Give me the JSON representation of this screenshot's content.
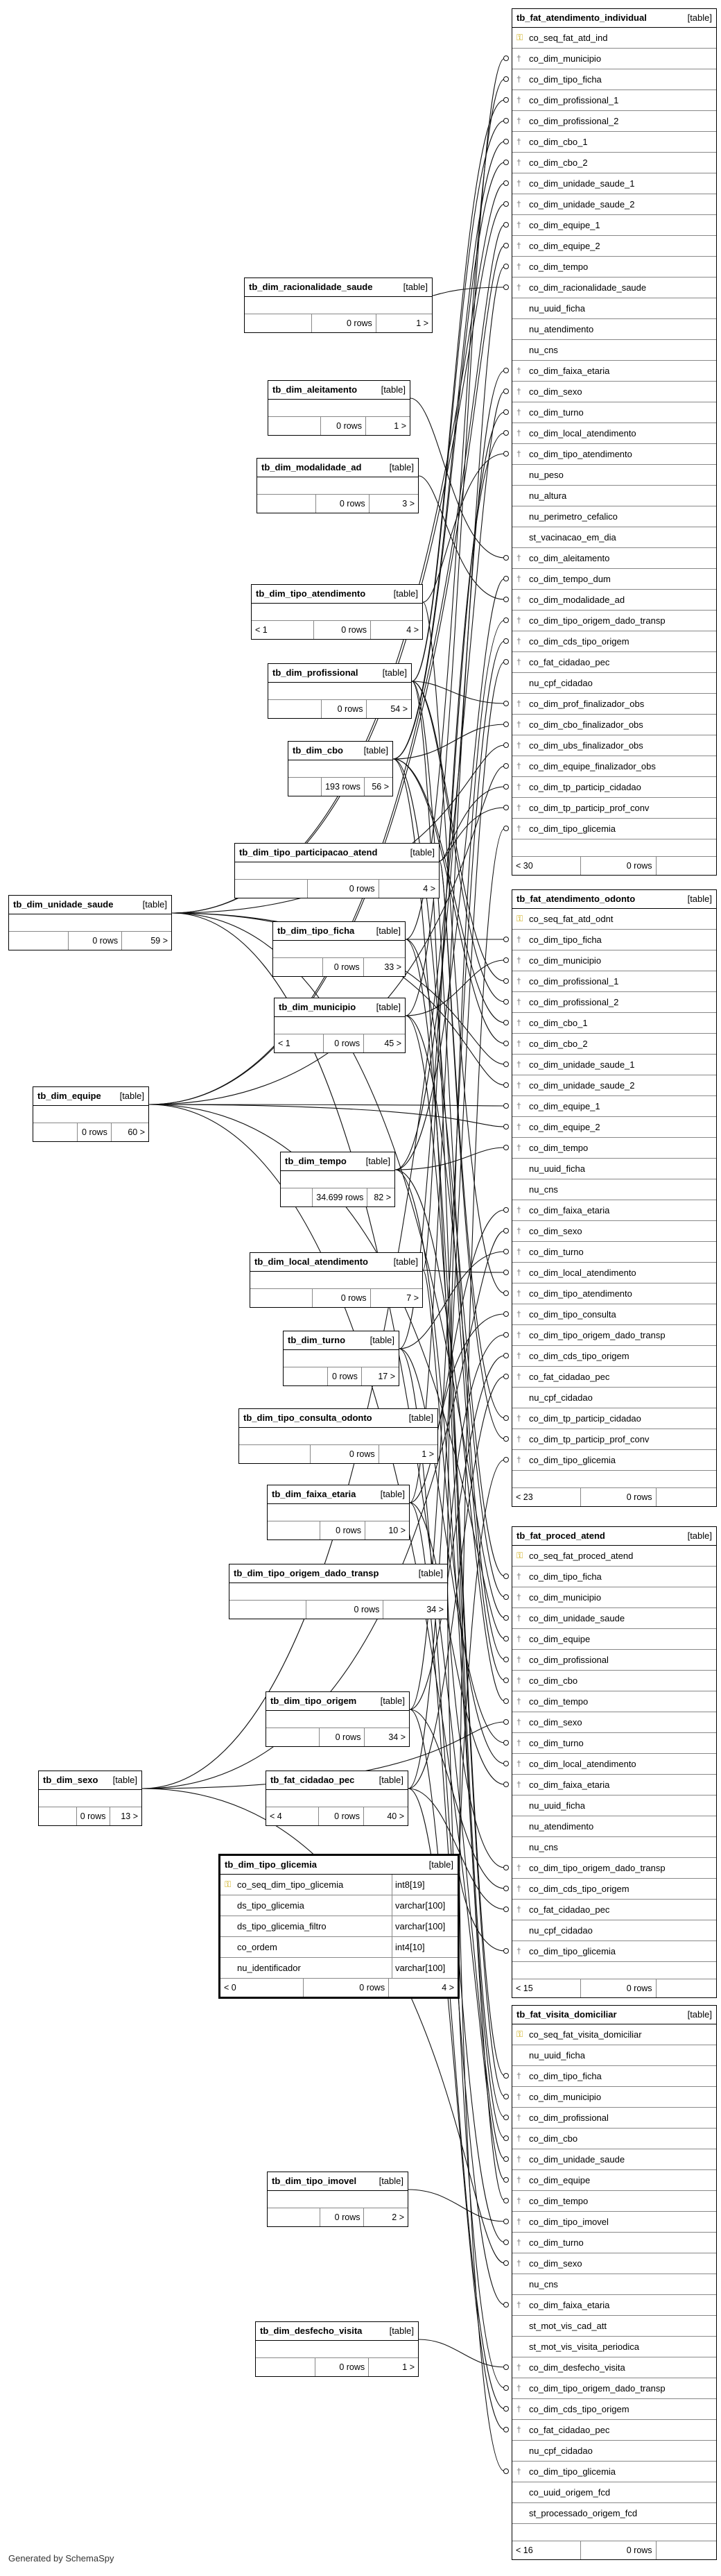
{
  "type_label": "[table]",
  "generated_by": "Generated by SchemaSpy",
  "fact_tables": [
    {
      "name": "tb_fat_atendimento_individual",
      "footer": {
        "left": "< 30",
        "mid": "0 rows",
        "right": ""
      },
      "rows": [
        [
          "pk",
          "co_seq_fat_atd_ind"
        ],
        [
          "fk",
          "co_dim_municipio"
        ],
        [
          "fk",
          "co_dim_tipo_ficha"
        ],
        [
          "fk",
          "co_dim_profissional_1"
        ],
        [
          "fk",
          "co_dim_profissional_2"
        ],
        [
          "fk",
          "co_dim_cbo_1"
        ],
        [
          "fk",
          "co_dim_cbo_2"
        ],
        [
          "fk",
          "co_dim_unidade_saude_1"
        ],
        [
          "fk",
          "co_dim_unidade_saude_2"
        ],
        [
          "fk",
          "co_dim_equipe_1"
        ],
        [
          "fk",
          "co_dim_equipe_2"
        ],
        [
          "fk",
          "co_dim_tempo"
        ],
        [
          "fk",
          "co_dim_racionalidade_saude"
        ],
        [
          "",
          "nu_uuid_ficha"
        ],
        [
          "",
          "nu_atendimento"
        ],
        [
          "",
          "nu_cns"
        ],
        [
          "fk",
          "co_dim_faixa_etaria"
        ],
        [
          "fk",
          "co_dim_sexo"
        ],
        [
          "fk",
          "co_dim_turno"
        ],
        [
          "fk",
          "co_dim_local_atendimento"
        ],
        [
          "fk",
          "co_dim_tipo_atendimento"
        ],
        [
          "",
          "nu_peso"
        ],
        [
          "",
          "nu_altura"
        ],
        [
          "",
          "nu_perimetro_cefalico"
        ],
        [
          "",
          "st_vacinacao_em_dia"
        ],
        [
          "fk",
          "co_dim_aleitamento"
        ],
        [
          "fk",
          "co_dim_tempo_dum"
        ],
        [
          "fk",
          "co_dim_modalidade_ad"
        ],
        [
          "fk",
          "co_dim_tipo_origem_dado_transp"
        ],
        [
          "fk",
          "co_dim_cds_tipo_origem"
        ],
        [
          "fk",
          "co_fat_cidadao_pec"
        ],
        [
          "",
          "nu_cpf_cidadao"
        ],
        [
          "fk",
          "co_dim_prof_finalizador_obs"
        ],
        [
          "fk",
          "co_dim_cbo_finalizador_obs"
        ],
        [
          "fk",
          "co_dim_ubs_finalizador_obs"
        ],
        [
          "fk",
          "co_dim_equipe_finalizador_obs"
        ],
        [
          "fk",
          "co_dim_tp_particip_cidadao"
        ],
        [
          "fk",
          "co_dim_tp_particip_prof_conv"
        ],
        [
          "fk",
          "co_dim_tipo_glicemia"
        ]
      ]
    },
    {
      "name": "tb_fat_atendimento_odonto",
      "footer": {
        "left": "< 23",
        "mid": "0 rows",
        "right": ""
      },
      "rows": [
        [
          "pk",
          "co_seq_fat_atd_odnt"
        ],
        [
          "fk",
          "co_dim_tipo_ficha"
        ],
        [
          "fk",
          "co_dim_municipio"
        ],
        [
          "fk",
          "co_dim_profissional_1"
        ],
        [
          "fk",
          "co_dim_profissional_2"
        ],
        [
          "fk",
          "co_dim_cbo_1"
        ],
        [
          "fk",
          "co_dim_cbo_2"
        ],
        [
          "fk",
          "co_dim_unidade_saude_1"
        ],
        [
          "fk",
          "co_dim_unidade_saude_2"
        ],
        [
          "fk",
          "co_dim_equipe_1"
        ],
        [
          "fk",
          "co_dim_equipe_2"
        ],
        [
          "fk",
          "co_dim_tempo"
        ],
        [
          "",
          "nu_uuid_ficha"
        ],
        [
          "",
          "nu_cns"
        ],
        [
          "fk",
          "co_dim_faixa_etaria"
        ],
        [
          "fk",
          "co_dim_sexo"
        ],
        [
          "fk",
          "co_dim_turno"
        ],
        [
          "fk",
          "co_dim_local_atendimento"
        ],
        [
          "fk",
          "co_dim_tipo_atendimento"
        ],
        [
          "fk",
          "co_dim_tipo_consulta"
        ],
        [
          "fk",
          "co_dim_tipo_origem_dado_transp"
        ],
        [
          "fk",
          "co_dim_cds_tipo_origem"
        ],
        [
          "fk",
          "co_fat_cidadao_pec"
        ],
        [
          "",
          "nu_cpf_cidadao"
        ],
        [
          "fk",
          "co_dim_tp_particip_cidadao"
        ],
        [
          "fk",
          "co_dim_tp_particip_prof_conv"
        ],
        [
          "fk",
          "co_dim_tipo_glicemia"
        ]
      ]
    },
    {
      "name": "tb_fat_proced_atend",
      "footer": {
        "left": "< 15",
        "mid": "0 rows",
        "right": ""
      },
      "rows": [
        [
          "pk",
          "co_seq_fat_proced_atend"
        ],
        [
          "fk",
          "co_dim_tipo_ficha"
        ],
        [
          "fk",
          "co_dim_municipio"
        ],
        [
          "fk",
          "co_dim_unidade_saude"
        ],
        [
          "fk",
          "co_dim_equipe"
        ],
        [
          "fk",
          "co_dim_profissional"
        ],
        [
          "fk",
          "co_dim_cbo"
        ],
        [
          "fk",
          "co_dim_tempo"
        ],
        [
          "fk",
          "co_dim_sexo"
        ],
        [
          "fk",
          "co_dim_turno"
        ],
        [
          "fk",
          "co_dim_local_atendimento"
        ],
        [
          "fk",
          "co_dim_faixa_etaria"
        ],
        [
          "",
          "nu_uuid_ficha"
        ],
        [
          "",
          "nu_atendimento"
        ],
        [
          "",
          "nu_cns"
        ],
        [
          "fk",
          "co_dim_tipo_origem_dado_transp"
        ],
        [
          "fk",
          "co_dim_cds_tipo_origem"
        ],
        [
          "fk",
          "co_fat_cidadao_pec"
        ],
        [
          "",
          "nu_cpf_cidadao"
        ],
        [
          "fk",
          "co_dim_tipo_glicemia"
        ]
      ]
    },
    {
      "name": "tb_fat_visita_domiciliar",
      "footer": {
        "left": "< 16",
        "mid": "0 rows",
        "right": ""
      },
      "rows": [
        [
          "pk",
          "co_seq_fat_visita_domiciliar"
        ],
        [
          "",
          "nu_uuid_ficha"
        ],
        [
          "fk",
          "co_dim_tipo_ficha"
        ],
        [
          "fk",
          "co_dim_municipio"
        ],
        [
          "fk",
          "co_dim_profissional"
        ],
        [
          "fk",
          "co_dim_cbo"
        ],
        [
          "fk",
          "co_dim_unidade_saude"
        ],
        [
          "fk",
          "co_dim_equipe"
        ],
        [
          "fk",
          "co_dim_tempo"
        ],
        [
          "fk",
          "co_dim_tipo_imovel"
        ],
        [
          "fk",
          "co_dim_turno"
        ],
        [
          "fk",
          "co_dim_sexo"
        ],
        [
          "",
          "nu_cns"
        ],
        [
          "fk",
          "co_dim_faixa_etaria"
        ],
        [
          "",
          "st_mot_vis_cad_att"
        ],
        [
          "",
          "st_mot_vis_visita_periodica"
        ],
        [
          "fk",
          "co_dim_desfecho_visita"
        ],
        [
          "fk",
          "co_dim_tipo_origem_dado_transp"
        ],
        [
          "fk",
          "co_dim_cds_tipo_origem"
        ],
        [
          "fk",
          "co_fat_cidadao_pec"
        ],
        [
          "",
          "nu_cpf_cidadao"
        ],
        [
          "fk",
          "co_dim_tipo_glicemia"
        ],
        [
          "",
          "co_uuid_origem_fcd"
        ],
        [
          "",
          "st_processado_origem_fcd"
        ]
      ]
    }
  ],
  "dim_tables": [
    {
      "id": "racionalidade",
      "name": "tb_dim_racionalidade_saude",
      "left": "",
      "mid": "0 rows",
      "right": "1 >"
    },
    {
      "id": "aleitamento",
      "name": "tb_dim_aleitamento",
      "left": "",
      "mid": "0 rows",
      "right": "1 >"
    },
    {
      "id": "modalidade",
      "name": "tb_dim_modalidade_ad",
      "left": "",
      "mid": "0 rows",
      "right": "3 >"
    },
    {
      "id": "tipo_atendimento",
      "name": "tb_dim_tipo_atendimento",
      "left": "< 1",
      "mid": "0 rows",
      "right": "4 >"
    },
    {
      "id": "profissional",
      "name": "tb_dim_profissional",
      "left": "",
      "mid": "0 rows",
      "right": "54 >"
    },
    {
      "id": "cbo",
      "name": "tb_dim_cbo",
      "left": "",
      "mid": "193 rows",
      "right": "56 >"
    },
    {
      "id": "tipo_participacao",
      "name": "tb_dim_tipo_participacao_atend",
      "left": "",
      "mid": "0 rows",
      "right": "4 >"
    },
    {
      "id": "unidade_saude",
      "name": "tb_dim_unidade_saude",
      "left": "",
      "mid": "0 rows",
      "right": "59 >"
    },
    {
      "id": "tipo_ficha",
      "name": "tb_dim_tipo_ficha",
      "left": "",
      "mid": "0 rows",
      "right": "33 >"
    },
    {
      "id": "municipio",
      "name": "tb_dim_municipio",
      "left": "< 1",
      "mid": "0 rows",
      "right": "45 >"
    },
    {
      "id": "equipe",
      "name": "tb_dim_equipe",
      "left": "",
      "mid": "0 rows",
      "right": "60 >"
    },
    {
      "id": "tempo",
      "name": "tb_dim_tempo",
      "left": "",
      "mid": "34.699 rows",
      "right": "82 >"
    },
    {
      "id": "local_atendimento",
      "name": "tb_dim_local_atendimento",
      "left": "",
      "mid": "0 rows",
      "right": "7 >"
    },
    {
      "id": "turno",
      "name": "tb_dim_turno",
      "left": "",
      "mid": "0 rows",
      "right": "17 >"
    },
    {
      "id": "tipo_consulta",
      "name": "tb_dim_tipo_consulta_odonto",
      "left": "",
      "mid": "0 rows",
      "right": "1 >"
    },
    {
      "id": "faixa_etaria",
      "name": "tb_dim_faixa_etaria",
      "left": "",
      "mid": "0 rows",
      "right": "10 >"
    },
    {
      "id": "tipo_origem",
      "name": "tb_dim_tipo_origem_dado_transp",
      "left": "",
      "mid": "0 rows",
      "right": "34 >"
    },
    {
      "id": "cds_tipo_origem",
      "name": "tb_dim_tipo_origem",
      "left": "",
      "mid": "0 rows",
      "right": "34 >"
    },
    {
      "id": "sexo",
      "name": "tb_dim_sexo",
      "left": "",
      "mid": "0 rows",
      "right": "13 >"
    },
    {
      "id": "cidadao_pec",
      "name": "tb_fat_cidadao_pec",
      "left": "< 4",
      "mid": "0 rows",
      "right": "40 >"
    },
    {
      "id": "tipo_imovel",
      "name": "tb_dim_tipo_imovel",
      "left": "",
      "mid": "0 rows",
      "right": "2 >"
    },
    {
      "id": "desfecho",
      "name": "tb_dim_desfecho_visita",
      "left": "",
      "mid": "0 rows",
      "right": "1 >"
    }
  ],
  "glicemia": {
    "name": "tb_dim_tipo_glicemia",
    "type_label": "[table]",
    "rows": [
      [
        "pk",
        "co_seq_dim_tipo_glicemia",
        "int8[19]"
      ],
      [
        "",
        "ds_tipo_glicemia",
        "varchar[100]"
      ],
      [
        "",
        "ds_tipo_glicemia_filtro",
        "varchar[100]"
      ],
      [
        "",
        "co_ordem",
        "int4[10]"
      ],
      [
        "",
        "nu_identificador",
        "varchar[100]"
      ]
    ],
    "footer": {
      "left": "< 0",
      "mid": "0 rows",
      "right": "4 >"
    }
  }
}
